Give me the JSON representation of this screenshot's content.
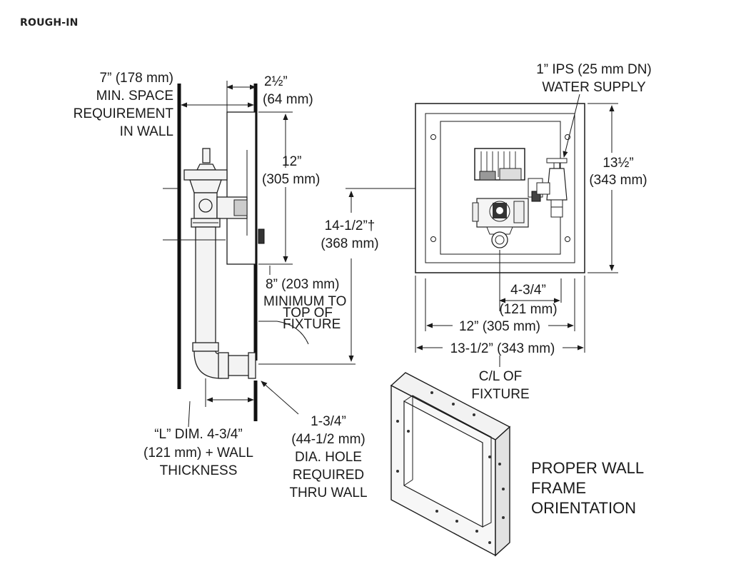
{
  "header": {
    "title": "ROUGH-IN"
  },
  "labels": {
    "min_space": [
      "7” (178 mm)",
      "MIN. SPACE",
      "REQUIREMENT",
      "IN WALL"
    ],
    "box_depth": [
      "2½”",
      "(64 mm)"
    ],
    "box_height_side": [
      "12”",
      "(305 mm)"
    ],
    "supply": [
      "1” IPS (25 mm DN)",
      "WATER SUPPLY"
    ],
    "box_height_front": [
      "13½”",
      "(343 mm)"
    ],
    "fixture_height": [
      "14-1/2”†",
      "(368 mm)"
    ],
    "min_to_top": [
      "8” (203 mm)",
      "MINIMUM TO",
      "TOP OF",
      "FIXTURE"
    ],
    "offset": [
      "4-3/4”",
      "(121 mm)"
    ],
    "inner_width": "12” (305 mm)",
    "outer_width": "13-1/2” (343 mm)",
    "centerline": [
      "C/L OF",
      "FIXTURE"
    ],
    "l_dim": [
      "“L” DIM. 4-3/4”",
      "(121 mm) + WALL",
      "THICKNESS"
    ],
    "hole": [
      "1-3/4”",
      "(44-1/2 mm)",
      "DIA. HOLE",
      "REQUIRED",
      "THRU WALL"
    ],
    "orientation": [
      "PROPER WALL",
      "FRAME",
      "ORIENTATION"
    ]
  }
}
